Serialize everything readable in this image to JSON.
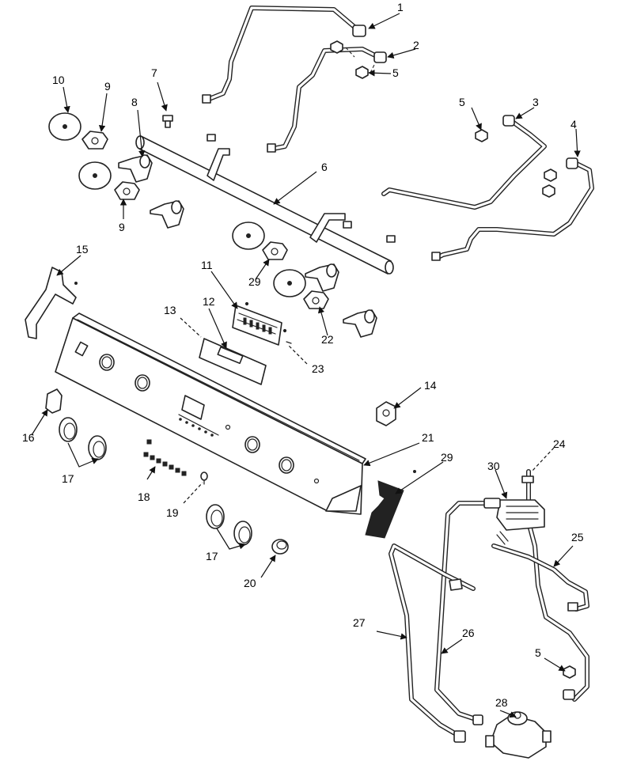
{
  "callouts": [
    {
      "id": "c1",
      "text": "1"
    },
    {
      "id": "c2",
      "text": "2"
    },
    {
      "id": "c5a",
      "text": "5"
    },
    {
      "id": "c3",
      "text": "3"
    },
    {
      "id": "c5b",
      "text": "5"
    },
    {
      "id": "c4",
      "text": "4"
    },
    {
      "id": "c10",
      "text": "10"
    },
    {
      "id": "c9a",
      "text": "9"
    },
    {
      "id": "c7",
      "text": "7"
    },
    {
      "id": "c8",
      "text": "8"
    },
    {
      "id": "c6",
      "text": "6"
    },
    {
      "id": "c9b",
      "text": "9"
    },
    {
      "id": "c15",
      "text": "15"
    },
    {
      "id": "c11",
      "text": "11"
    },
    {
      "id": "c29a",
      "text": "29"
    },
    {
      "id": "c13",
      "text": "13"
    },
    {
      "id": "c12",
      "text": "12"
    },
    {
      "id": "c22",
      "text": "22"
    },
    {
      "id": "c23",
      "text": "23"
    },
    {
      "id": "c14",
      "text": "14"
    },
    {
      "id": "c16",
      "text": "16"
    },
    {
      "id": "c21",
      "text": "21"
    },
    {
      "id": "c24",
      "text": "24"
    },
    {
      "id": "c29b",
      "text": "29"
    },
    {
      "id": "c30",
      "text": "30"
    },
    {
      "id": "c17a",
      "text": "17"
    },
    {
      "id": "c18",
      "text": "18"
    },
    {
      "id": "c19",
      "text": "19"
    },
    {
      "id": "c25",
      "text": "25"
    },
    {
      "id": "c17b",
      "text": "17"
    },
    {
      "id": "c20",
      "text": "20"
    },
    {
      "id": "c27",
      "text": "27"
    },
    {
      "id": "c26",
      "text": "26"
    },
    {
      "id": "c5c",
      "text": "5"
    },
    {
      "id": "c28",
      "text": "28"
    }
  ]
}
